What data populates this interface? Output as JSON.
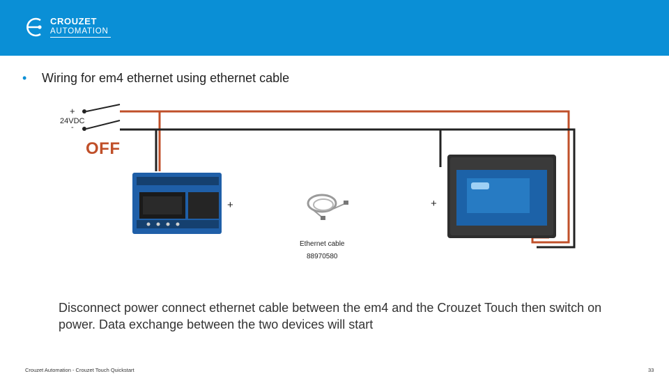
{
  "header": {
    "brand": "CROUZET",
    "sub": "AUTOMATION",
    "color": "#0a8fd6"
  },
  "bullet": {
    "marker": "•",
    "text": "Wiring for em4 ethernet using ethernet cable"
  },
  "diagram": {
    "supply_plus": "+",
    "supply_label": "24VDC",
    "supply_minus": "-",
    "switch_state": "OFF",
    "em4_plus": "+",
    "touch_plus": "+",
    "cable_name": "Ethernet cable",
    "cable_ref": "88970580",
    "wire_color": "#c0502a",
    "icons": [
      "crouzet-logo-icon",
      "switch-icon",
      "em4-controller-image",
      "ethernet-cable-image",
      "crouzet-touch-image"
    ]
  },
  "body": {
    "text": "Disconnect power connect ethernet cable between the em4 and the Crouzet Touch then switch on power. Data exchange between the two devices will start"
  },
  "footer": {
    "left": "Crouzet Automation - Crouzet Touch Quickstart",
    "page": "33"
  }
}
